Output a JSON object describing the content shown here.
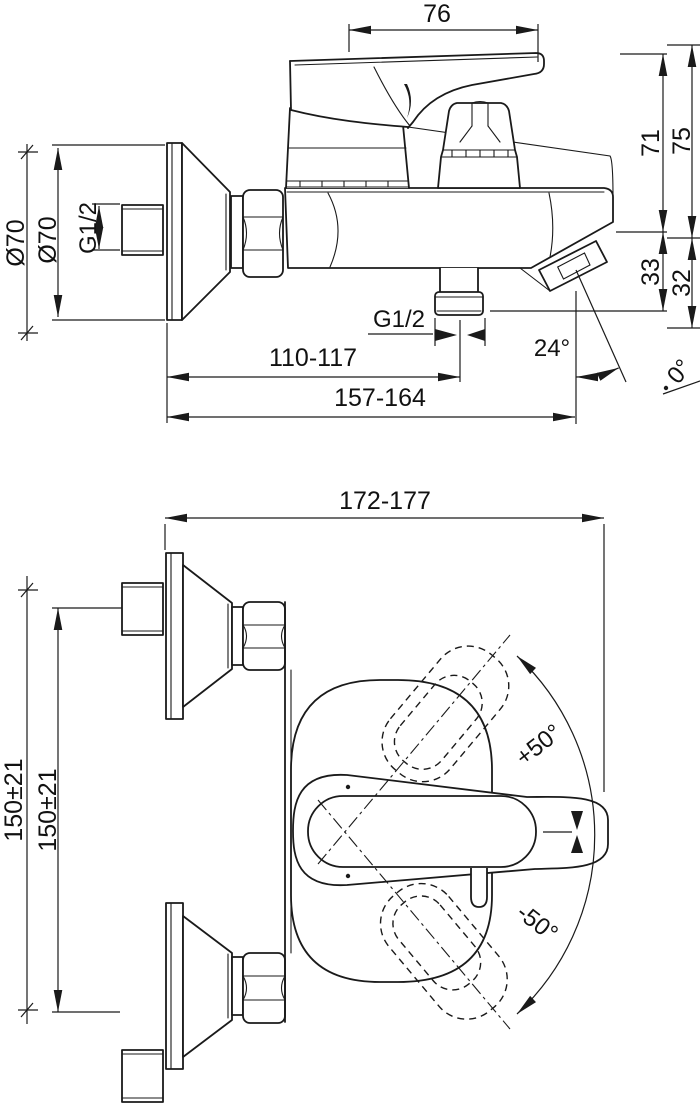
{
  "title": "wall-mounted bath shower mixer technical drawing",
  "colors": {
    "background": "#ffffff",
    "line": "#1a1a1a"
  },
  "side_view": {
    "dimensions": {
      "handle_span": "76",
      "height_top_inner": "71",
      "height_top_outer": "75",
      "height_bottom_inner": "33",
      "height_bottom_outer": "32",
      "flange_diameter_outer": "Ø70",
      "flange_diameter_inner": "Ø70",
      "inlet_thread": "G1/2",
      "outlet_thread": "G1/2",
      "wall_to_outlet": "110-117",
      "wall_to_spout": "157-164",
      "spout_angle": "24°",
      "edge_angle_partial": "0°"
    }
  },
  "front_view": {
    "dimensions": {
      "overall_width": "172-177",
      "centres_outer": "150±21",
      "centres_inner": "150±21",
      "handle_rotation_up": "+50°",
      "handle_rotation_down": "-50°"
    }
  }
}
